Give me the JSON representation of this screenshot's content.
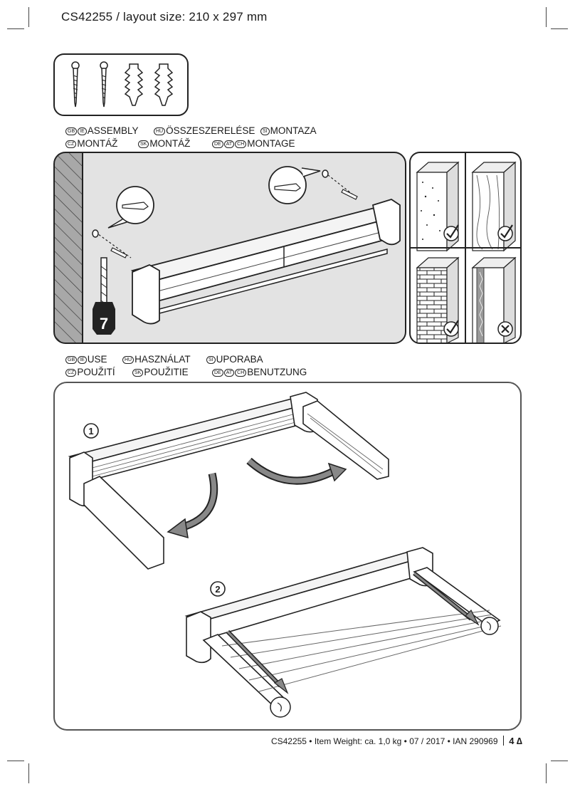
{
  "header": {
    "title": "CS42255  /  layout size: 210 x 297 mm"
  },
  "assembly": {
    "row1": [
      {
        "flags": [
          "GB",
          "IE"
        ],
        "label": "ASSEMBLY"
      },
      {
        "flags": [
          "HU"
        ],
        "label": "ÖSSZESZERELÉSE"
      },
      {
        "flags": [
          "SI"
        ],
        "label": "MONTAZA"
      }
    ],
    "row2": [
      {
        "flags": [
          "CZ"
        ],
        "label": "MONTÁŽ"
      },
      {
        "flags": [
          "SK"
        ],
        "label": "MONTÁŽ"
      },
      {
        "flags": [
          "DE",
          "AT",
          "CH"
        ],
        "label": "MONTAGE"
      }
    ],
    "drill_size": "7"
  },
  "use": {
    "row1": [
      {
        "flags": [
          "GB",
          "IE"
        ],
        "label": "USE"
      },
      {
        "flags": [
          "HU"
        ],
        "label": "HASZNÁLAT"
      },
      {
        "flags": [
          "SI"
        ],
        "label": "UPORABA"
      }
    ],
    "row2": [
      {
        "flags": [
          "CZ"
        ],
        "label": "POUŽITÍ"
      },
      {
        "flags": [
          "SK"
        ],
        "label": "POUŽITIE"
      },
      {
        "flags": [
          "DE",
          "AT",
          "CH"
        ],
        "label": "BENUTZUNG"
      }
    ],
    "step1": "1",
    "step2": "2"
  },
  "footer": {
    "text": "CS42255 • Item Weight: ca. 1,0 kg • 07 / 2017 • IAN 290969",
    "page": "4 ∆"
  }
}
